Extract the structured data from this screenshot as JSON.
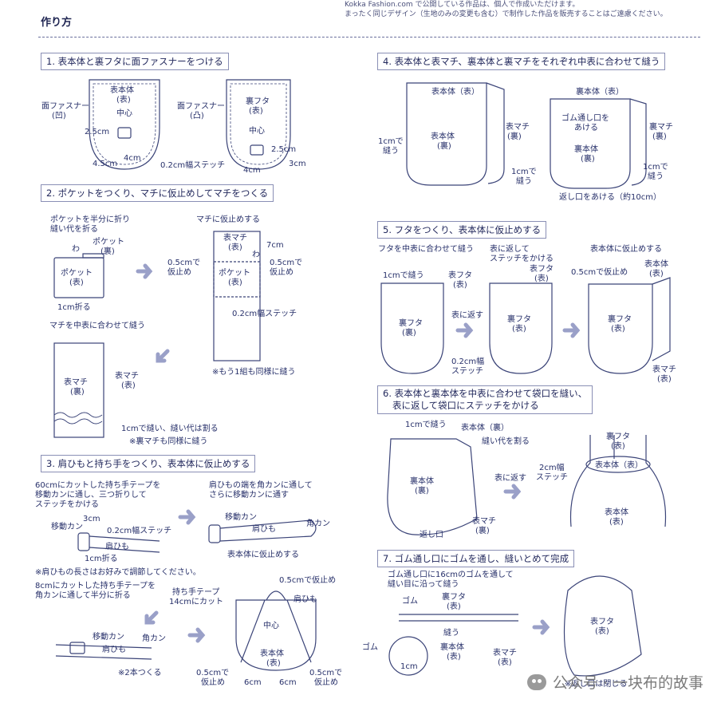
{
  "header": {
    "note_line1": "Kokka Fashion.com で公開している作品は、個人で作成いただけます。",
    "note_line2": "まったく同じデザイン（生地のみの変更も含む）で制作した作品を販売することはご遠慮ください。",
    "title": "作り方"
  },
  "steps": [
    {
      "label": "1. 表本体と裏フタに面ファスナーをつける"
    },
    {
      "label": "2. ポケットをつくり、マチに仮止めしてマチをつくる"
    },
    {
      "label": "3. 肩ひもと持ち手をつくり、表本体に仮止めする"
    },
    {
      "label": "4. 表本体と表マチ、裏本体と裏マチをそれぞれ中表に合わせて縫う"
    },
    {
      "label": "5. フタをつくり、表本体に仮止めする"
    },
    {
      "label": "6. 表本体と裏本体を中表に合わせて袋口を縫い、"
    },
    {
      "label": "表に返して袋口にステッチをかける"
    },
    {
      "label": "7. ゴム通し口にゴムを通し、縫いとめて完成"
    }
  ],
  "labels": {
    "s1": [
      "表本体",
      "(表)",
      "中心",
      "面ファスナー",
      "(凹)",
      "2.5cm",
      "4.5cm",
      "4cm",
      "面ファスナー",
      "(凸)",
      "裏フタ",
      "(表)",
      "中心",
      "2.5cm",
      "3cm",
      "4cm",
      "0.2cm幅ステッチ"
    ],
    "s2": [
      "ポケットを半分に折り",
      "縫い代を折る",
      "わ",
      "ポケット",
      "(裏)",
      "ポケット",
      "(表)",
      "1cm折る",
      "マチに仮止めする",
      "表マチ",
      "(表)",
      "7cm",
      "わ",
      "0.5cmで",
      "仮止め",
      "0.5cmで",
      "仮止め",
      "ポケット",
      "(表)",
      "0.2cm幅ステッチ",
      "※もう1組も同様に縫う",
      "マチを中表に合わせて縫う",
      "表マチ",
      "(裏)",
      "表マチ",
      "(表)",
      "1cmで縫い、縫い代は割る",
      "※裏マチも同様に縫う"
    ],
    "s3": [
      "60cmにカットした持ち手テープを",
      "移動カンに通し、三つ折りして",
      "ステッチをかける",
      "3cm",
      "移動カン",
      "0.2cm幅ステッチ",
      "肩ひも",
      "1cm折る",
      "肩ひもの端を角カンに通して",
      "さらに移動カンに通す",
      "移動カン",
      "肩ひも",
      "角カン",
      "表本体に仮止めする",
      "※肩ひもの長さはお好みで調節してください。",
      "8cmにカットした持ち手テープを",
      "角カンに通して半分に折る",
      "移動カン",
      "角カン",
      "肩ひも",
      "※2本つくる",
      "持ち手テープ",
      "14cmにカット",
      "0.5cmで仮止め",
      "肩ひも",
      "中心",
      "表本体",
      "(表)",
      "0.5cmで",
      "仮止め",
      "6cm",
      "6cm",
      "0.5cmで",
      "仮止め"
    ],
    "s4": [
      "表本体（表）",
      "表本体",
      "(裏)",
      "表マチ",
      "(裏)",
      "1cmで",
      "縫う",
      "1cmで",
      "縫う",
      "裏本体（表）",
      "ゴム通し口を",
      "あける",
      "裏本体",
      "(裏)",
      "裏マチ",
      "(裏)",
      "1cmで",
      "縫う",
      "返し口をあける（約10cm）"
    ],
    "s5": [
      "フタを中表に合わせて縫う",
      "1cmで縫う",
      "表フタ",
      "(表)",
      "裏フタ",
      "(裏)",
      "0.2cm幅",
      "ステッチ",
      "表に返す",
      "表に返して",
      "ステッチをかける",
      "表フタ",
      "(表)",
      "裏フタ",
      "(表)",
      "表本体に仮止めする",
      "0.5cmで仮止め",
      "表本体",
      "(表)",
      "裏フタ",
      "(表)",
      "表マチ",
      "(表)"
    ],
    "s6": [
      "1cmで縫う",
      "表本体（裏）",
      "縫い代を割る",
      "裏本体",
      "(裏)",
      "返し口",
      "表マチ",
      "(裏)",
      "表に返す",
      "裏フタ",
      "(表)",
      "2cm幅",
      "ステッチ",
      "表本体（表）",
      "表本体",
      "(表)"
    ],
    "s7": [
      "ゴム通し口に16cmのゴムを通して",
      "縫い目に沿って縫う",
      "ゴム",
      "裏フタ",
      "(表)",
      "縫う",
      "ゴム",
      "裏本体",
      "(表)",
      "表マチ",
      "(表)",
      "1cm",
      "表フタ",
      "(表)",
      "※返し口は閉じる"
    ]
  },
  "watermark": "公众号 · 一块布的故事",
  "colors": {
    "ink": "#27306a",
    "line": "#3b4478",
    "arrow": "#9aa0c8",
    "box": "#8a8fb5"
  }
}
